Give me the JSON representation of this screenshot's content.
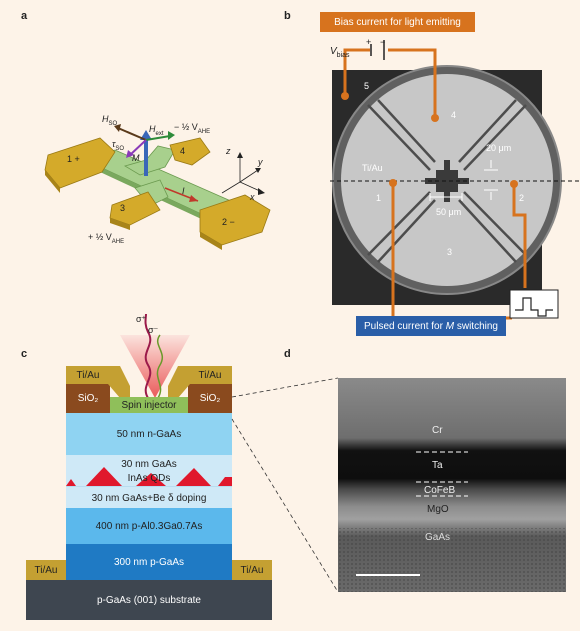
{
  "panels": {
    "a": "a",
    "b": "b",
    "c": "c",
    "d": "d"
  },
  "panel_a": {
    "pad1": "1 +",
    "pad2": "2 −",
    "pad3": "3",
    "pad4": "4",
    "h_so": "H",
    "h_so_sub": "SO",
    "h_ext": "H",
    "h_ext_sub": "ext",
    "tau_so": "τ",
    "tau_so_sub": "SO",
    "m_label": "M",
    "i_label": "I",
    "vahe_minus": "− ½ V",
    "vahe_plus": "+ ½ V",
    "vahe_sub": "AHE",
    "axis_z": "z",
    "axis_y": "y",
    "axis_x": "x"
  },
  "panel_b": {
    "bias_title": "Bias current for light emitting",
    "pulse_title_pre": "Pulsed current for ",
    "pulse_title_m": "M",
    "pulse_title_post": " switching",
    "v_bias": "V",
    "v_bias_sub": "bias",
    "plus": "+",
    "minus": "−",
    "t5": "5",
    "t4": "4",
    "t3": "3",
    "t2": "2",
    "t1": "1",
    "tiau": "Ti/Au",
    "scale20": "20 μm",
    "scale50": "50 μm"
  },
  "panel_c": {
    "sigma_plus": "σ⁺",
    "sigma_minus": "σ⁻",
    "tiau_top_left": "Ti/Au",
    "tiau_top_right": "Ti/Au",
    "sio2_left": "SiO₂",
    "sio2_right": "SiO₂",
    "spin_injector": "Spin injector",
    "layer_ngaas": "50 nm n-GaAs",
    "layer_gaas": "30 nm GaAs",
    "layer_qd": "InAs QDs",
    "layer_be": "30 nm GaAs+Be δ doping",
    "layer_algaas": "400 nm p-Al0.3Ga0.7As",
    "layer_pgaas": "300 nm p-GaAs",
    "tiau_bottom_left": "Ti/Au",
    "tiau_bottom_right": "Ti/Au",
    "substrate": "p-GaAs (001) substrate"
  },
  "panel_d": {
    "cr": "Cr",
    "ta": "Ta",
    "cofeb": "CoFeB",
    "mgo": "MgO",
    "gaas": "GaAs"
  },
  "colors": {
    "background": "#fdf3e8",
    "orange": "#d7731e",
    "blue": "#2a5ea8",
    "gold": "#c8a02c",
    "light_blue": "#8fd3f2",
    "pale_blue": "#cfe9f7",
    "mid_blue": "#5bb8ec",
    "deep_blue": "#1f7ac4",
    "substrate": "#3e4650",
    "brown": "#8a4a1e",
    "green": "#8fbf5a"
  }
}
